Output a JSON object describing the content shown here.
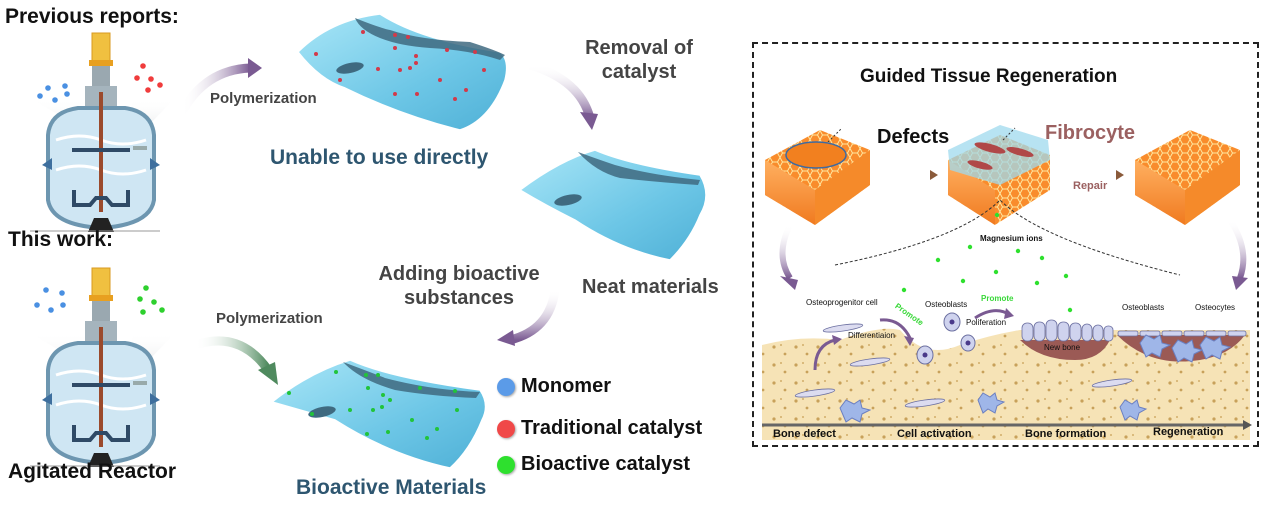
{
  "left_panel": {
    "previous_header": "Previous reports:",
    "this_work_header": "This work:",
    "reactor_label": "Agitated Reactor",
    "reactor_icon": "agitated-reactor-icon"
  },
  "flow": {
    "polymerization_top": "Polymerization",
    "polymerization_bottom": "Polymerization",
    "unable_label": "Unable to use directly",
    "removal_label_line1": "Removal of",
    "removal_label_line2": "catalyst",
    "neat_label": "Neat materials",
    "adding_label_line1": "Adding bioactive",
    "adding_label_line2": "substances",
    "bioactive_label": "Bioactive Materials"
  },
  "legend": {
    "items": [
      {
        "label": "Monomer",
        "color": "#5b9be8"
      },
      {
        "label": "Traditional catalyst",
        "color": "#f04848"
      },
      {
        "label": "Bioactive catalyst",
        "color": "#2ee02e"
      }
    ]
  },
  "gtr": {
    "title": "Guided Tissue Regeneration",
    "defects_label": "Defects",
    "fibrocyte_label": "Fibrocyte",
    "repair_label": "Repair",
    "magnesium_label": "Magnesium ions",
    "osteoprogenitor_label": "Osteoprogenitor cell",
    "promote_1": "Promote",
    "promote_2": "Promote",
    "differentiation_label": "Differentiaion",
    "osteoblasts_label_1": "Osteoblasts",
    "poliferation_label": "Poliferation",
    "new_bone_label": "New bone",
    "osteoblasts_label_2": "Osteoblasts",
    "osteocytes_label": "Osteocytes",
    "timeline": [
      "Bone defect",
      "Cell activation",
      "Bone formation",
      "Regeneration"
    ]
  },
  "colors": {
    "arrow_purple": "#7a5a92",
    "arrow_green": "#4f8a5e",
    "arrow_brown": "#8a5a3a",
    "film_blue": "#7dd0ea",
    "film_dark": "#3f6a80",
    "honeycomb_orange": "#f7913a",
    "bone_bg": "#f6e3b6",
    "fibrocyte_text": "#9b6060"
  }
}
